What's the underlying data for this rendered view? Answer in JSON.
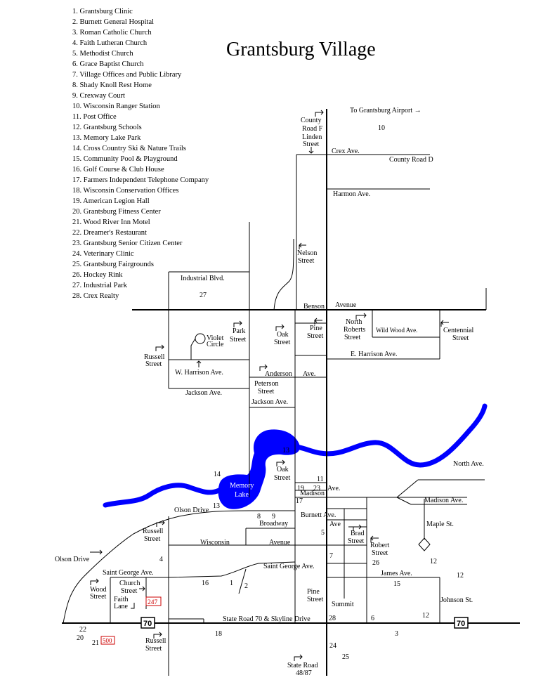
{
  "title": "Grantsburg Village",
  "legend": [
    "1. Grantsburg Clinic",
    "2. Burnett General Hospital",
    "3. Roman Catholic Church",
    "4. Faith Lutheran Church",
    "5. Methodist Church",
    "6. Grace Baptist Church",
    "7. Village Offices and Public Library",
    "8. Shady Knoll Rest Home",
    "9. Crexway Court",
    "10. Wisconsin Ranger Station",
    "11. Post Office",
    "12. Grantsburg Schools",
    "13. Memory Lake Park",
    "14. Cross Country Ski & Nature Trails",
    "15. Community Pool & Playground",
    "16. Golf Course & Club House",
    "17. Farmers Independent Telephone Company",
    "18. Wisconsin Conservation Offices",
    "19. American Legion Hall",
    "20. Grantsburg Fitness Center",
    "21. Wood River Inn Motel",
    "22.  Dreamer's Restaurant",
    "23. Grantsburg Senior Citizen Center",
    "24. Veterinary Clinic",
    "25. Grantsburg Fairgrounds",
    "26. Hockey Rink",
    "27. Industrial Park",
    "28. Crex Realty"
  ],
  "streets": {
    "airport": "To Grantsburg Airport →",
    "county_road_f": [
      "County",
      "Road F",
      "Linden",
      "Street"
    ],
    "crex_ave": "Crex Ave.",
    "county_road_d": "County Road D",
    "harmon_ave": "Harmon Ave.",
    "nelson_street": [
      "Nelson",
      "Street"
    ],
    "industrial_blvd": "Industrial Blvd.",
    "benson": "Benson",
    "avenue": "Avenue",
    "north_roberts": [
      "North",
      "Roberts",
      "Street"
    ],
    "wild_wood": "Wild Wood Ave.",
    "centennial": [
      "Centennial",
      "Street"
    ],
    "park_street": [
      "Park",
      "Street"
    ],
    "oak_street_n": [
      "Oak",
      "Street"
    ],
    "pine_street_n": [
      "Pine",
      "Street"
    ],
    "violet_circle": [
      "Violet",
      "Circle"
    ],
    "russell_street_n": [
      "Russell",
      "Street"
    ],
    "e_harrison": "E. Harrison Ave.",
    "w_harrison": "W. Harrison Ave.",
    "anderson": "Anderson",
    "ave": "Ave.",
    "peterson": [
      "Peterson",
      "Street"
    ],
    "jackson_w": "Jackson Ave.",
    "jackson_e": "Jackson Ave.",
    "north_ave": "North Ave.",
    "oak_street_s": [
      "Oak",
      "Street"
    ],
    "memory_lake": [
      "Memory",
      "Lake"
    ],
    "olson_drive_n": "Olson Drive",
    "madison": "Madison",
    "ave2": "Ave.",
    "madison_ave": "Madison Ave.",
    "burnett_ave": [
      "Burnett Ave.",
      "Ave"
    ],
    "broadway": "Broadway",
    "maple_st": "Maple St.",
    "russell_street_m": [
      "Russell",
      "Street"
    ],
    "wisconsin": "Wisconsin",
    "avenue2": "Avenue",
    "brad_street": [
      "Brad",
      "Street"
    ],
    "robert_street": [
      "Robert",
      "Street"
    ],
    "olson_drive_w": "Olson Drive",
    "saint_george_e": "Saint George Ave.",
    "saint_george_w": "Saint George Ave.",
    "james_ave": "James Ave.",
    "church_street": [
      "Church",
      "Street"
    ],
    "wood_street": [
      "Wood",
      "Street"
    ],
    "faith_lane": [
      "Faith",
      "Lane"
    ],
    "pine_street_s": [
      "Pine",
      "Street"
    ],
    "summit": "Summit",
    "johnson_st": "Johnson St.",
    "state_road_70": "State Road 70 & Skyline Drive",
    "russell_street_s": [
      "Russell",
      "Street"
    ],
    "state_road_4887": [
      "State Road",
      "48/87"
    ]
  },
  "shields": {
    "hwy70_left": "70",
    "hwy70_right": "70",
    "cr247": "247",
    "cr500": "500"
  },
  "markers": {
    "m10": "10",
    "m27": "27",
    "m13a": "13",
    "m13b": "13",
    "m14": "14",
    "m11": "11",
    "m19": "19",
    "m23": "23",
    "m17": "17",
    "m8": "8",
    "m9": "9",
    "m5": "5",
    "m7": "7",
    "m26": "26",
    "m12a": "12",
    "m12b": "12",
    "m12c": "12",
    "m4": "4",
    "m15": "15",
    "m16": "16",
    "m1": "1",
    "m2": "2",
    "m28": "28",
    "m6": "6",
    "m22": "22",
    "m20": "20",
    "m21": "21",
    "m18": "18",
    "m3": "3",
    "m24": "24",
    "m25": "25"
  },
  "colors": {
    "water": "#0000ff",
    "shield_red": "#cc0000",
    "line": "#000000"
  }
}
